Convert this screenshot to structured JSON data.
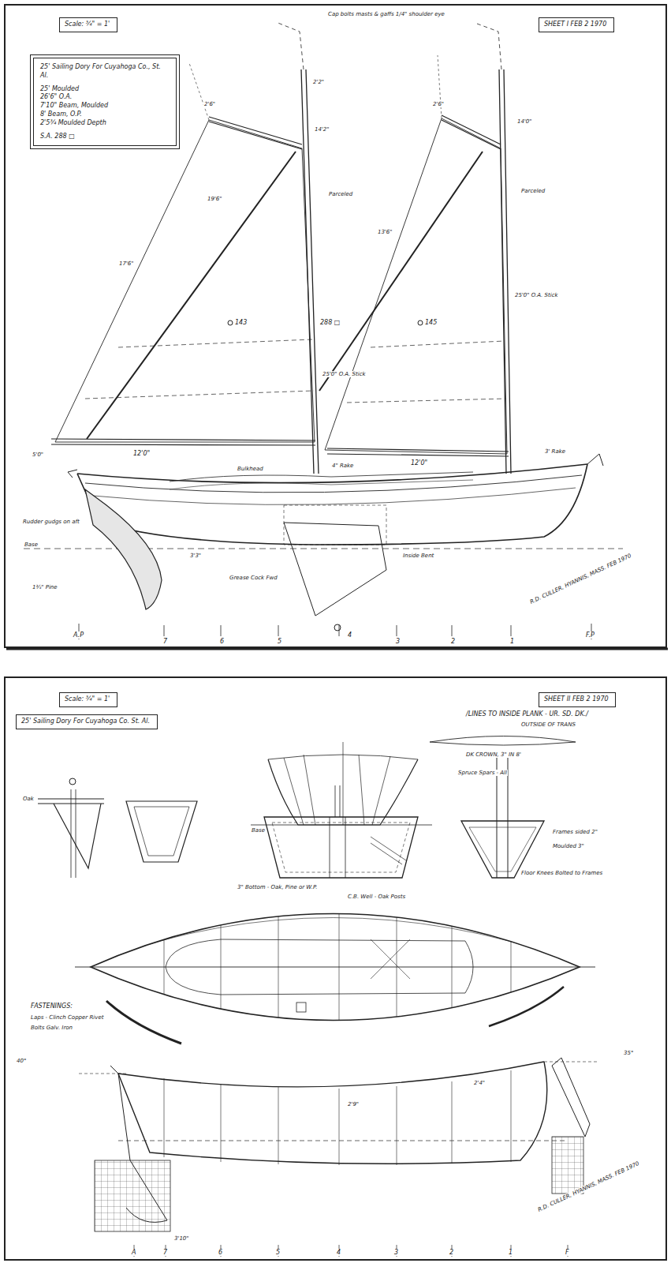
{
  "diagram": {
    "nodes": [
      {
        "text": [
          "Scale: ¾\" = 1'"
        ]
      },
      {
        "text": [
          "SHEET I FEB 2 1970"
        ]
      },
      {
        "text": [
          "25' Sailing Dory For Cuyahoga Co., St. Al.",
          "25' Moulded",
          "26'6\" O.A.",
          "7'10\" Beam, Moulded",
          "8' Beam, O.P.",
          "2'5¾ Moulded Depth",
          "S.A. 288 □"
        ]
      },
      {
        "text": [
          "Scale: ¾\" = 1'"
        ]
      },
      {
        "text": [
          "SHEET II FEB 2 1970"
        ]
      },
      {
        "text": [
          "25' Sailing Dory For Cuyahoga Co. St. Al."
        ]
      }
    ],
    "labels": [
      "Cap bolts masts & gaffs 1/4\" shoulder eye",
      "2'6\"",
      "2'2\"",
      "14'2\"",
      "2'6\"",
      "14'0\"",
      "Parceled",
      "Parceled",
      "17'6\"",
      "19'6\"",
      "13'6\"",
      "143",
      "288 □",
      "145",
      "25'0\" O.A. Stick",
      "25'0\" O.A. Stick",
      "12'0\"",
      "12'0\"",
      "5'0\"",
      "3' Rake",
      "4\" Rake",
      "Bulkhead",
      "Rudder gudgs on aft",
      "Base",
      "1¾\" Pine",
      "Grease Cock Fwd",
      "Inside Bent",
      "3'3\"",
      "R.D. CULLER, HYANNIS, MASS. FEB 1970",
      "A.P",
      "7",
      "6",
      "5",
      "4",
      "3",
      "2",
      "1",
      "F.P",
      "/LINES TO INSIDE PLANK - UR. SD. DK./",
      "OUTSIDE OF TRANS",
      "DK CROWN, 3\" IN 8'",
      "Spruce Spars - All",
      "Base",
      "Oak",
      "FASTENINGS:",
      "Laps - Clinch Copper Rivet",
      "Bolts Galv. Iron",
      "3\" Bottom - Oak, Pine or W.P.",
      "C.B. Well - Oak Posts",
      "Frames sided 2\"",
      "Moulded 3\"",
      "Floor Knees Bolted to Frames",
      "40°",
      "35°",
      "3'10\"",
      "R.D. CULLER, HYANNIS, MASS. FEB 1970",
      "A",
      "7",
      "6",
      "5",
      "4",
      "3",
      "2",
      "1",
      "F",
      "2'9\"",
      "2'4\""
    ]
  }
}
